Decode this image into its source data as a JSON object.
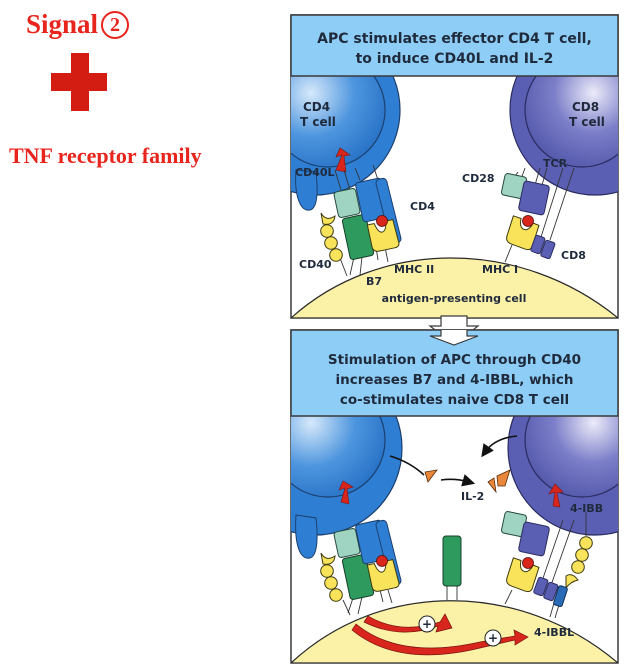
{
  "left": {
    "signal_label": "Signal",
    "signal_number": "2",
    "plus_icon": "plus-icon",
    "family_label": "TNF receptor family"
  },
  "colors": {
    "left_text": "#e8251c",
    "panel_header": "#8ecdf5",
    "cd4_cell": "#2e7fd4",
    "cd8_cell": "#5b5fb3",
    "apc": "#fbf2a8",
    "arrow_red": "#d9261c",
    "b7_green": "#2e9a5e",
    "mhc_yellow": "#f8e35a",
    "cd28_teal": "#9fd4c2",
    "il2_orange": "#e8873a"
  },
  "panel1": {
    "header_line1": "APC stimulates effector CD4 T cell,",
    "header_line2": "to induce CD40L and IL-2",
    "cd4_cell_line1": "CD4",
    "cd4_cell_line2": "T cell",
    "cd8_cell_line1": "CD8",
    "cd8_cell_line2": "T cell",
    "labels": {
      "cd40l": "CD40L",
      "cd4": "CD4",
      "cd40": "CD40",
      "b7": "B7",
      "mhc2": "MHC II",
      "cd28": "CD28",
      "tcr": "TCR",
      "cd8": "CD8",
      "mhc1": "MHC I",
      "apc": "antigen-presenting cell"
    }
  },
  "panel2": {
    "header_line1": "Stimulation of APC through CD40",
    "header_line2": "increases B7 and 4-IBBL, which",
    "header_line3": "co-stimulates naive CD8 T cell",
    "labels": {
      "il2": "IL-2",
      "ibb": "4-IBB",
      "ibbl": "4-IBBL",
      "plus": "+"
    }
  }
}
